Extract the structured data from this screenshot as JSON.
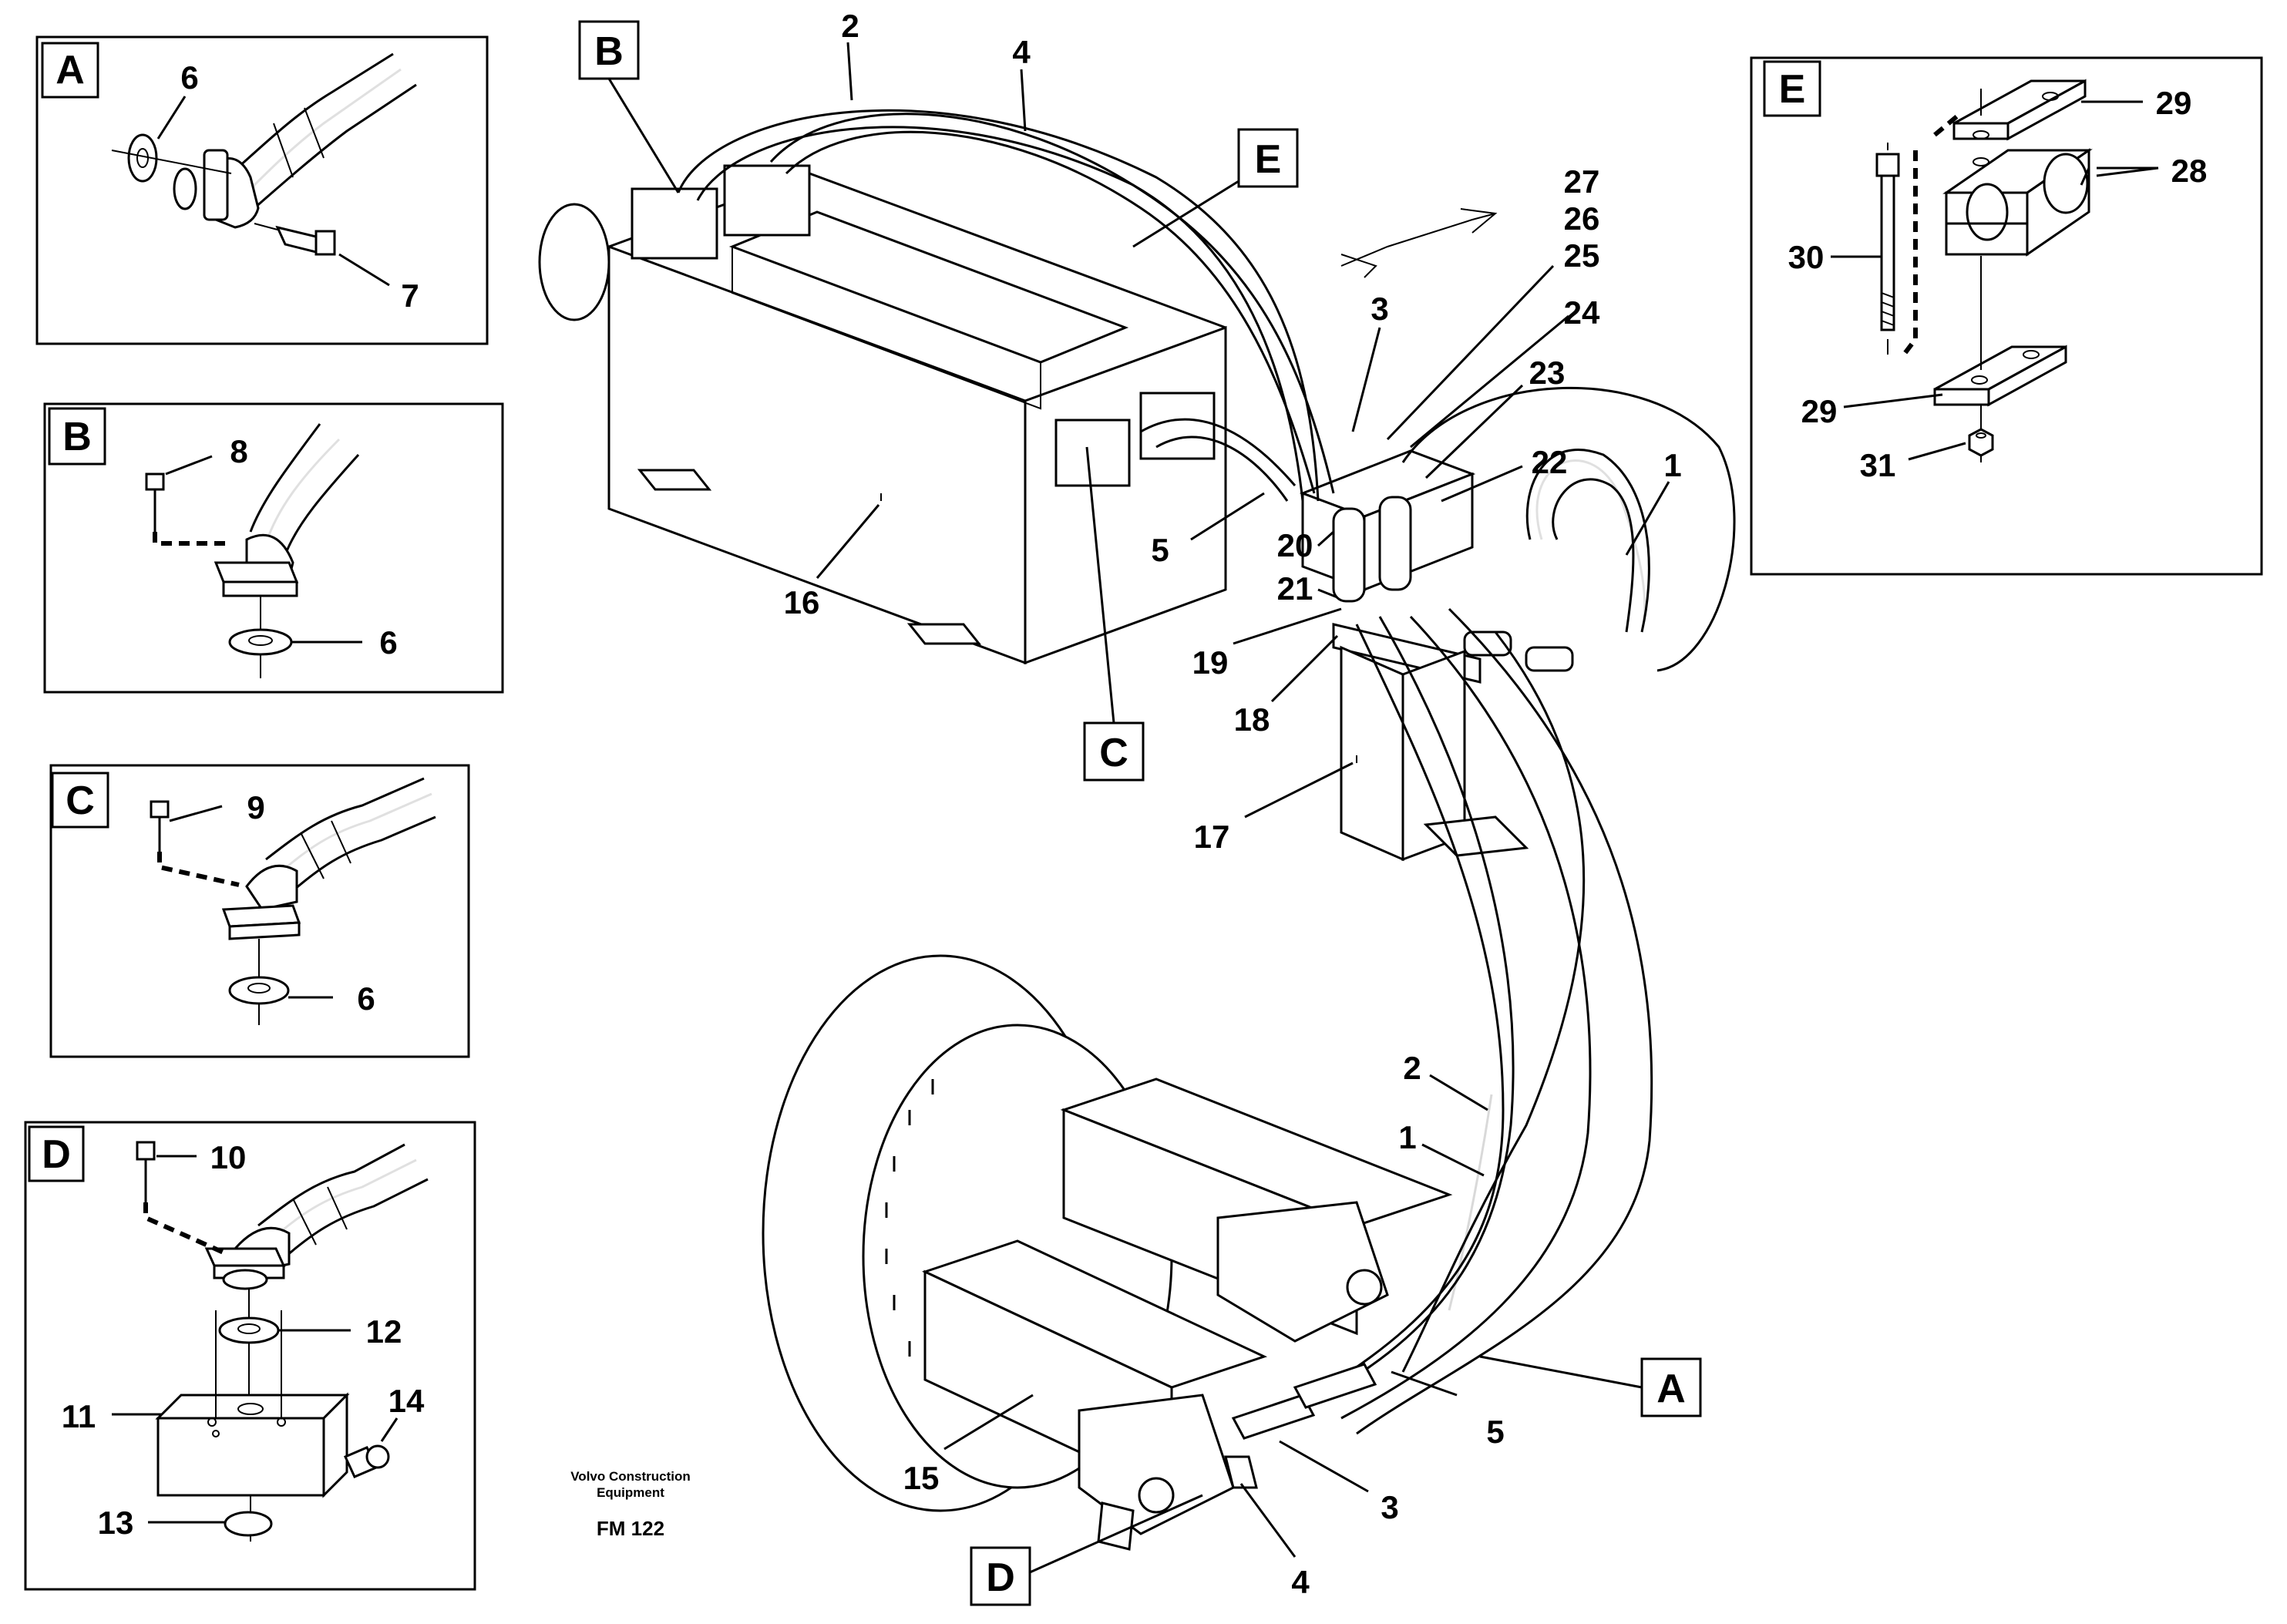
{
  "detail_boxes": {
    "A": {
      "label": "A",
      "callouts": [
        "6",
        "7"
      ]
    },
    "B": {
      "label": "B",
      "callouts": [
        "8",
        "6"
      ]
    },
    "C": {
      "label": "C",
      "callouts": [
        "9",
        "6"
      ]
    },
    "D": {
      "label": "D",
      "callouts": [
        "10",
        "12",
        "11",
        "14",
        "13"
      ]
    },
    "E": {
      "label": "E",
      "callouts": [
        "29",
        "28",
        "30",
        "29",
        "31"
      ]
    }
  },
  "main_view": {
    "reference_labels": [
      "B",
      "E",
      "C",
      "A",
      "D"
    ],
    "callouts": [
      "2",
      "4",
      "3",
      "27",
      "26",
      "25",
      "24",
      "23",
      "22",
      "1",
      "20",
      "21",
      "5",
      "16",
      "19",
      "18",
      "17",
      "2",
      "1",
      "5",
      "15",
      "3",
      "4"
    ]
  },
  "footer": {
    "company_line1": "Volvo Construction",
    "company_line2": "Equipment",
    "code": "FM 122"
  }
}
